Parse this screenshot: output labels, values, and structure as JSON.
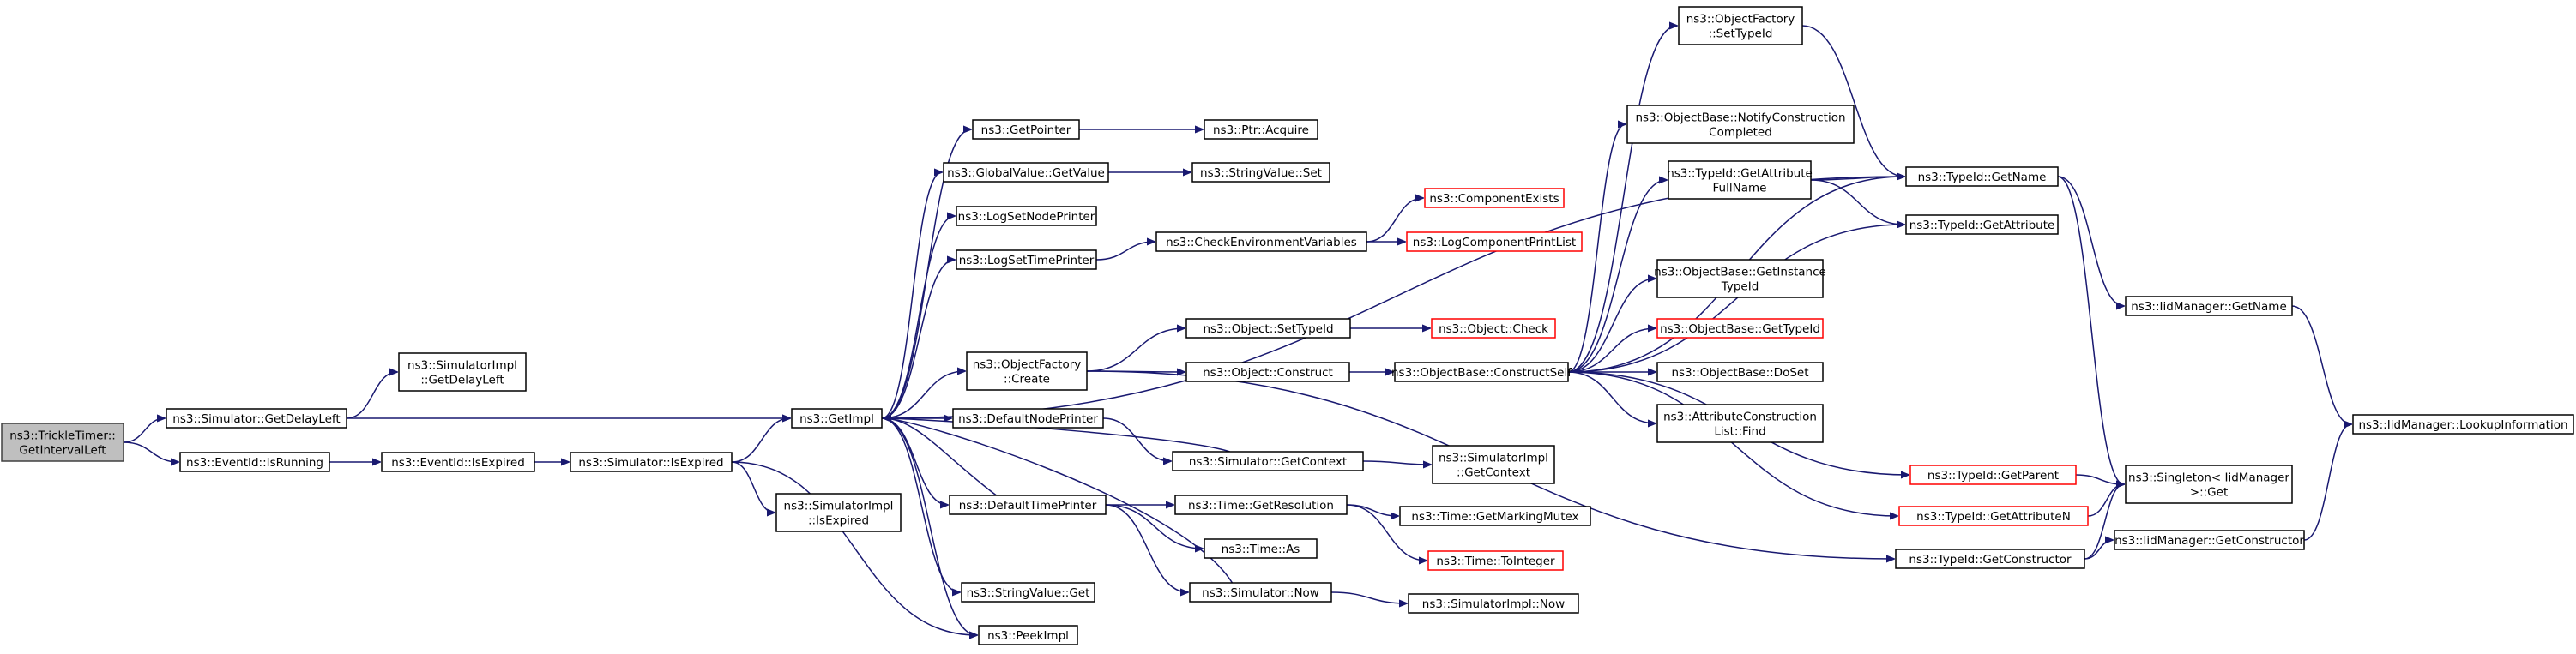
{
  "colors": {
    "edge": "#191970",
    "node_border": "#000000",
    "incomplete_border": "#ff0000",
    "root_fill": "#bfbfbf"
  },
  "nodes": {
    "tt": {
      "lines": [
        "ns3::TrickleTimer::",
        "GetIntervalLeft"
      ],
      "root": true
    },
    "gdl": {
      "lines": [
        "ns3::Simulator::GetDelayLeft"
      ]
    },
    "eir": {
      "lines": [
        "ns3::EventId::IsRunning"
      ]
    },
    "sigdl": {
      "lines": [
        "ns3::SimulatorImpl",
        "::GetDelayLeft"
      ]
    },
    "eie": {
      "lines": [
        "ns3::EventId::IsExpired"
      ]
    },
    "sie": {
      "lines": [
        "ns3::Simulator::IsExpired"
      ]
    },
    "siie": {
      "lines": [
        "ns3::SimulatorImpl",
        "::IsExpired"
      ]
    },
    "gi": {
      "lines": [
        "ns3::GetImpl"
      ]
    },
    "gp": {
      "lines": [
        "ns3::GetPointer"
      ]
    },
    "gvgv": {
      "lines": [
        "ns3::GlobalValue::GetValue"
      ]
    },
    "lsnp": {
      "lines": [
        "ns3::LogSetNodePrinter"
      ]
    },
    "lstp": {
      "lines": [
        "ns3::LogSetTimePrinter"
      ]
    },
    "ofc": {
      "lines": [
        "ns3::ObjectFactory",
        "::Create"
      ]
    },
    "dnp": {
      "lines": [
        "ns3::DefaultNodePrinter"
      ]
    },
    "dtp": {
      "lines": [
        "ns3::DefaultTimePrinter"
      ]
    },
    "svg": {
      "lines": [
        "ns3::StringValue::Get"
      ]
    },
    "pi": {
      "lines": [
        "ns3::PeekImpl"
      ]
    },
    "pa": {
      "lines": [
        "ns3::Ptr::Acquire"
      ]
    },
    "svs": {
      "lines": [
        "ns3::StringValue::Set"
      ]
    },
    "cev": {
      "lines": [
        "ns3::CheckEnvironmentVariables"
      ]
    },
    "ce": {
      "lines": [
        "ns3::ComponentExists"
      ],
      "incomplete": true
    },
    "lcpl": {
      "lines": [
        "ns3::LogComponentPrintList"
      ],
      "incomplete": true
    },
    "ost": {
      "lines": [
        "ns3::Object::SetTypeId"
      ]
    },
    "oc": {
      "lines": [
        "ns3::Object::Check"
      ],
      "incomplete": true
    },
    "ocon": {
      "lines": [
        "ns3::Object::Construct"
      ]
    },
    "obcs": {
      "lines": [
        "ns3::ObjectBase::ConstructSelf"
      ]
    },
    "sgc": {
      "lines": [
        "ns3::Simulator::GetContext"
      ]
    },
    "sigc": {
      "lines": [
        "ns3::SimulatorImpl",
        "::GetContext"
      ]
    },
    "tgr": {
      "lines": [
        "ns3::Time::GetResolution"
      ]
    },
    "tgmm": {
      "lines": [
        "ns3::Time::GetMarkingMutex"
      ]
    },
    "tas": {
      "lines": [
        "ns3::Time::As"
      ]
    },
    "tti": {
      "lines": [
        "ns3::Time::ToInteger"
      ],
      "incomplete": true
    },
    "sn": {
      "lines": [
        "ns3::Simulator::Now"
      ]
    },
    "sin": {
      "lines": [
        "ns3::SimulatorImpl::Now"
      ]
    },
    "ofst": {
      "lines": [
        "ns3::ObjectFactory",
        "::SetTypeId"
      ]
    },
    "obnc": {
      "lines": [
        "ns3::ObjectBase::NotifyConstruction",
        "Completed"
      ]
    },
    "tigafn": {
      "lines": [
        "ns3::TypeId::GetAttribute",
        "FullName"
      ]
    },
    "obgit": {
      "lines": [
        "ns3::ObjectBase::GetInstance",
        "TypeId"
      ]
    },
    "obgt": {
      "lines": [
        "ns3::ObjectBase::GetTypeId"
      ],
      "incomplete": true
    },
    "obds": {
      "lines": [
        "ns3::ObjectBase::DoSet"
      ]
    },
    "aclf": {
      "lines": [
        "ns3::AttributeConstruction",
        "List::Find"
      ]
    },
    "tigp": {
      "lines": [
        "ns3::TypeId::GetParent"
      ],
      "incomplete": true
    },
    "tigan": {
      "lines": [
        "ns3::TypeId::GetAttributeN"
      ],
      "incomplete": true
    },
    "tigc": {
      "lines": [
        "ns3::TypeId::GetConstructor"
      ]
    },
    "tign": {
      "lines": [
        "ns3::TypeId::GetName"
      ]
    },
    "tiga": {
      "lines": [
        "ns3::TypeId::GetAttribute"
      ]
    },
    "imgn": {
      "lines": [
        "ns3::IidManager::GetName"
      ]
    },
    "sig": {
      "lines": [
        "ns3::Singleton< IidManager",
        " >::Get"
      ]
    },
    "imgc": {
      "lines": [
        "ns3::IidManager::GetConstructor"
      ]
    },
    "imli": {
      "lines": [
        "ns3::IidManager::LookupInformation"
      ]
    }
  },
  "edges": [
    [
      "tt",
      "gdl"
    ],
    [
      "tt",
      "eir"
    ],
    [
      "gdl",
      "sigdl"
    ],
    [
      "gdl",
      "gi"
    ],
    [
      "eir",
      "eie"
    ],
    [
      "eie",
      "sie"
    ],
    [
      "sie",
      "siie"
    ],
    [
      "sie",
      "gi"
    ],
    [
      "sie",
      "pi"
    ],
    [
      "gi",
      "gp"
    ],
    [
      "gi",
      "gvgv"
    ],
    [
      "gi",
      "lsnp"
    ],
    [
      "gi",
      "lstp"
    ],
    [
      "gi",
      "ofc"
    ],
    [
      "gi",
      "dnp"
    ],
    [
      "gi",
      "dtp"
    ],
    [
      "gi",
      "svg"
    ],
    [
      "gi",
      "pi"
    ],
    [
      "gi",
      "tign"
    ],
    [
      "gp",
      "pa"
    ],
    [
      "gvgv",
      "svs"
    ],
    [
      "lstp",
      "cev"
    ],
    [
      "cev",
      "ce"
    ],
    [
      "cev",
      "lcpl"
    ],
    [
      "ofc",
      "ost"
    ],
    [
      "ofc",
      "ocon"
    ],
    [
      "ofc",
      "tigc"
    ],
    [
      "ost",
      "oc"
    ],
    [
      "ocon",
      "obcs"
    ],
    [
      "dnp",
      "sgc"
    ],
    [
      "sgc",
      "sigc"
    ],
    [
      "sgc",
      "gi"
    ],
    [
      "dtp",
      "tgr"
    ],
    [
      "dtp",
      "tas"
    ],
    [
      "dtp",
      "sn"
    ],
    [
      "dtp",
      "gi"
    ],
    [
      "tgr",
      "tgmm"
    ],
    [
      "tgr",
      "tti"
    ],
    [
      "sn",
      "sin"
    ],
    [
      "sn",
      "gi"
    ],
    [
      "obcs",
      "ofst"
    ],
    [
      "obcs",
      "obnc"
    ],
    [
      "obcs",
      "tigafn"
    ],
    [
      "obcs",
      "tiga"
    ],
    [
      "obcs",
      "obgit"
    ],
    [
      "obcs",
      "obgt"
    ],
    [
      "obcs",
      "obds"
    ],
    [
      "obcs",
      "aclf"
    ],
    [
      "obcs",
      "tigp"
    ],
    [
      "obcs",
      "tigan"
    ],
    [
      "obcs",
      "tign"
    ],
    [
      "ofst",
      "tign"
    ],
    [
      "tigafn",
      "tign"
    ],
    [
      "tigafn",
      "tiga"
    ],
    [
      "tign",
      "imgn"
    ],
    [
      "tign",
      "sig"
    ],
    [
      "imgn",
      "imli"
    ],
    [
      "tigp",
      "sig"
    ],
    [
      "tigan",
      "sig"
    ],
    [
      "tigc",
      "sig"
    ],
    [
      "tigc",
      "imgc"
    ],
    [
      "imgc",
      "imli"
    ]
  ]
}
